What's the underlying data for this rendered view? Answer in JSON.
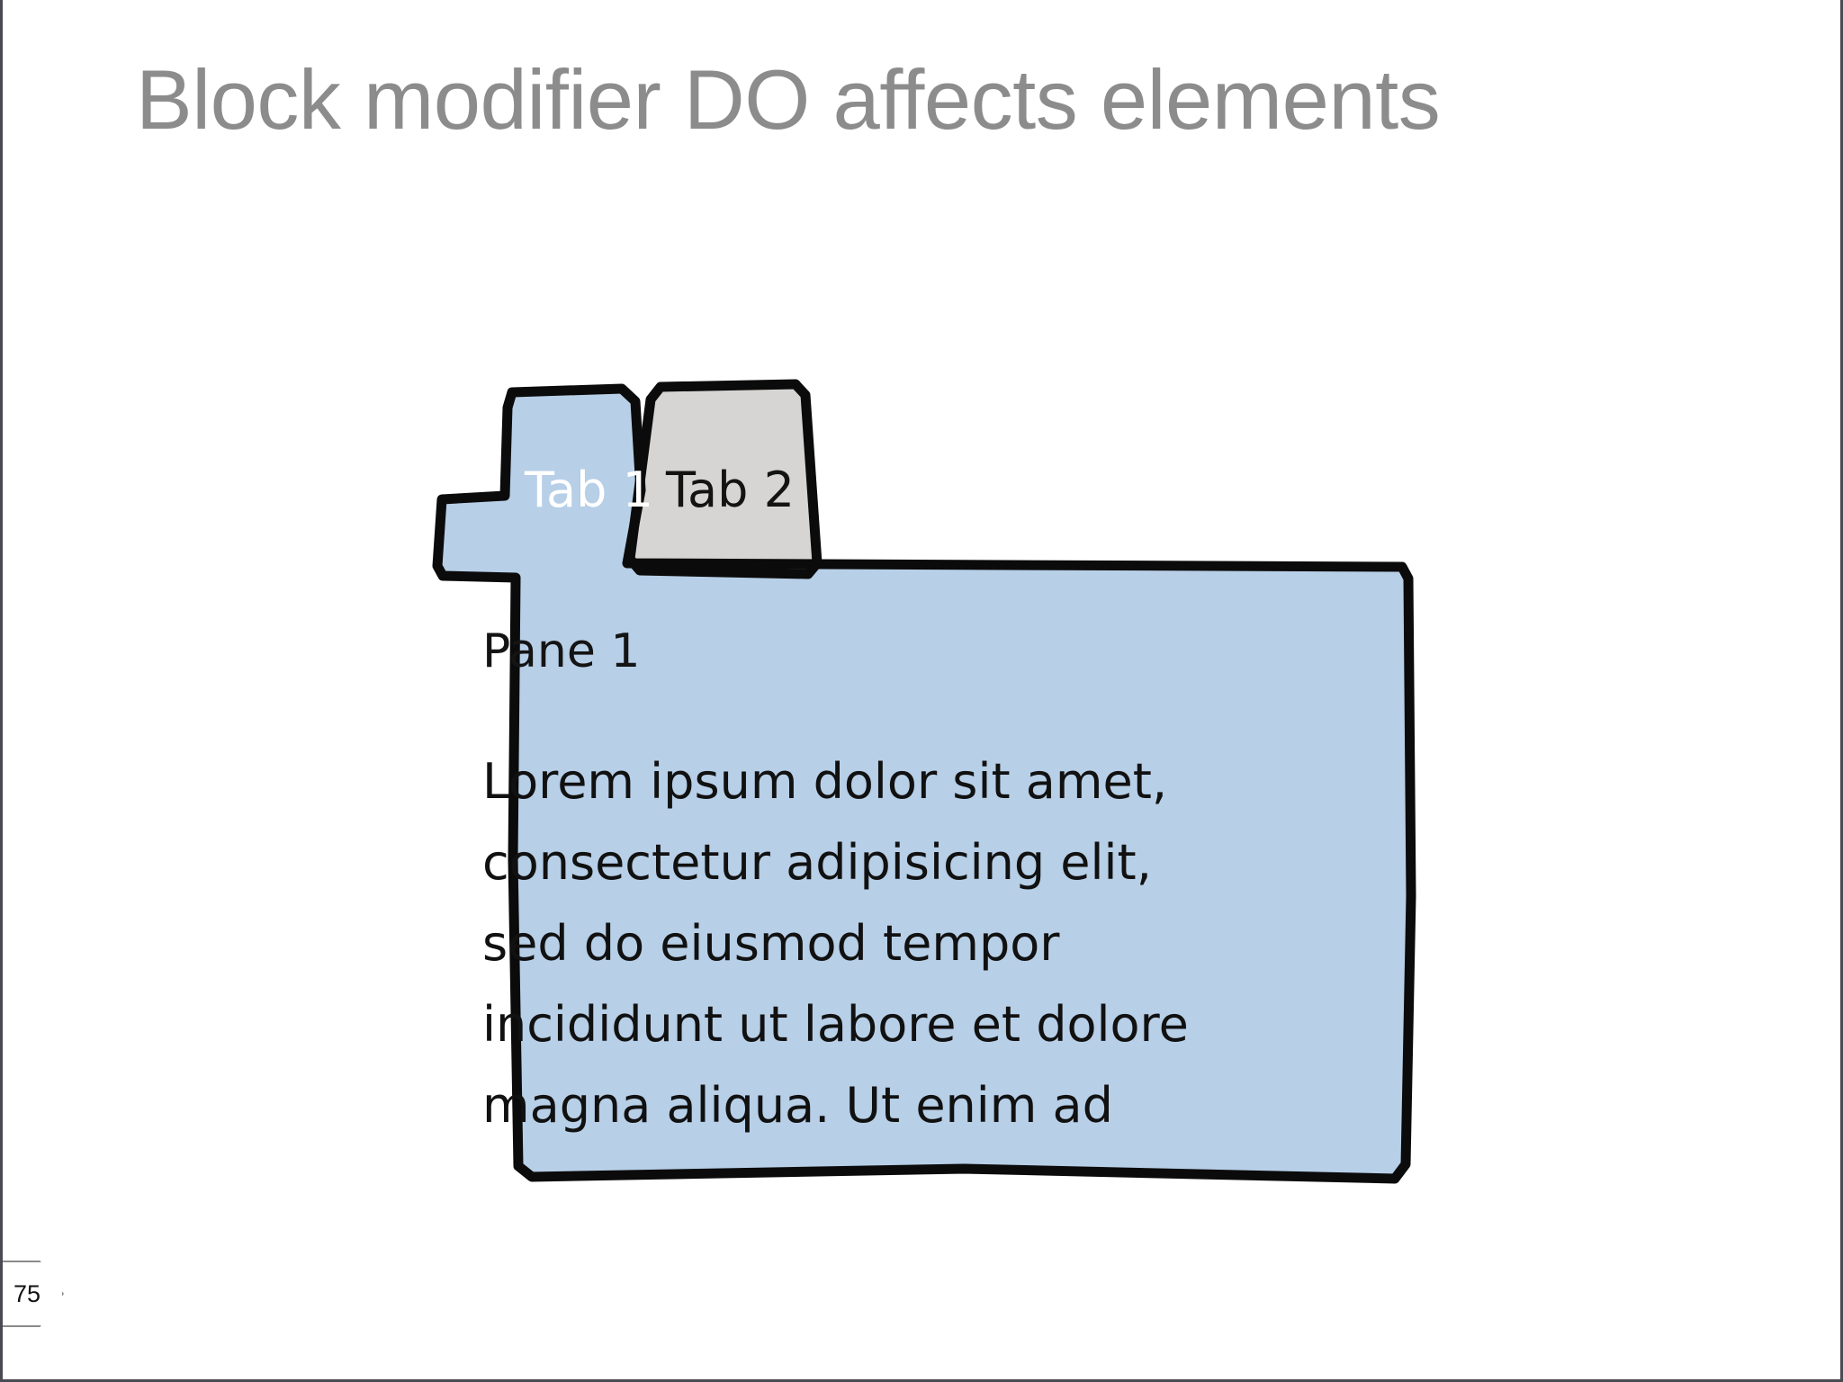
{
  "slide": {
    "title": "Block modifier DO affects elements",
    "title_color": "#8c8c8c",
    "background_color": "#ffffff",
    "border_color": "#4a4a52",
    "page_number": "75"
  },
  "tab_widget": {
    "ink_color": "#0b0b0b",
    "active_fill": "#b7cfe7",
    "inactive_fill": "#d7d5d3",
    "pane_fill": "#b7cfe7",
    "tabs": [
      {
        "label": "Tab 1",
        "state": "active",
        "fill": "#b7cfe7",
        "text_color": "#ffffff"
      },
      {
        "label": "Tab 2",
        "state": "inactive",
        "fill": "#d7d5d3",
        "text_color": "#131313"
      }
    ],
    "pane": {
      "heading": "Pane 1",
      "body_lines": [
        "Lorem ipsum dolor sit amet,",
        "consectetur adipisicing elit,",
        "sed do eiusmod tempor",
        "incididunt ut labore et dolore",
        "magna aliqua. Ut enim ad"
      ]
    }
  }
}
